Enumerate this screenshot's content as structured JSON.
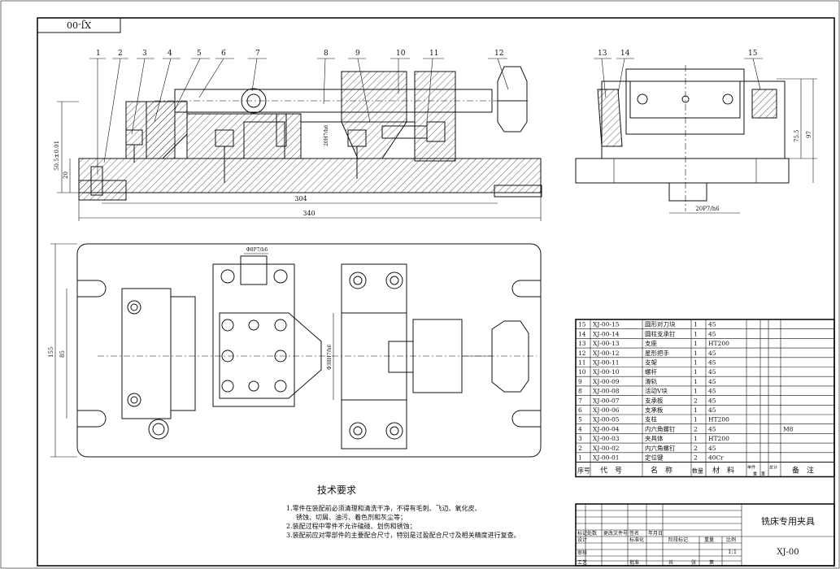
{
  "drawing_code_box": "XJ-00",
  "front_view": {
    "balloons": [
      "1",
      "2",
      "3",
      "4",
      "5",
      "6",
      "7",
      "8",
      "9",
      "10",
      "11",
      "12"
    ],
    "dims": {
      "overall": "340",
      "inner": "304",
      "height_left": "50.5±0.01",
      "base_h": "20",
      "fit1": "20H7/h6"
    }
  },
  "side_view": {
    "balloons": [
      "13",
      "14",
      "15"
    ],
    "dims": {
      "h1": "75.5",
      "h2": "97",
      "fit": "20P7/h6"
    }
  },
  "top_view": {
    "dims": {
      "fit_top": "Φ8P7/h6",
      "fit_mid": "Φ38H7/h6",
      "w_outer": "155",
      "w_inner": "85"
    }
  },
  "tech_req": {
    "title": "技术要求",
    "lines": [
      "1.零件在装配前必须清理和清洗干净，不得有毛刺、飞边、氧化皮、",
      "锈蚀、切屑、油污、着色剂和灰尘等；",
      "2.装配过程中零件不允许磕碰、划伤和锈蚀；",
      "3.装配前应对零部件的主要配合尺寸，特别是过盈配合尺寸及相关精度进行复查。"
    ]
  },
  "bom": {
    "rows": [
      {
        "no": "15",
        "code": "XJ-00-15",
        "name": "圆形对刀块",
        "qty": "1",
        "mat": "45",
        "note": ""
      },
      {
        "no": "14",
        "code": "XJ-00-14",
        "name": "圆柱支承钉",
        "qty": "1",
        "mat": "45",
        "note": ""
      },
      {
        "no": "13",
        "code": "XJ-00-13",
        "name": "支座",
        "qty": "1",
        "mat": "HT200",
        "note": ""
      },
      {
        "no": "12",
        "code": "XJ-00-12",
        "name": "星形把手",
        "qty": "1",
        "mat": "45",
        "note": ""
      },
      {
        "no": "11",
        "code": "XJ-00-11",
        "name": "支架",
        "qty": "1",
        "mat": "45",
        "note": ""
      },
      {
        "no": "10",
        "code": "XJ-00-10",
        "name": "螺杆",
        "qty": "1",
        "mat": "45",
        "note": ""
      },
      {
        "no": "9",
        "code": "XJ-00-09",
        "name": "滑轨",
        "qty": "1",
        "mat": "45",
        "note": ""
      },
      {
        "no": "8",
        "code": "XJ-00-08",
        "name": "活动V块",
        "qty": "1",
        "mat": "45",
        "note": ""
      },
      {
        "no": "7",
        "code": "XJ-00-07",
        "name": "支承板",
        "qty": "2",
        "mat": "45",
        "note": ""
      },
      {
        "no": "6",
        "code": "XJ-00-06",
        "name": "支承板",
        "qty": "1",
        "mat": "45",
        "note": ""
      },
      {
        "no": "5",
        "code": "XJ-00-05",
        "name": "支柱",
        "qty": "1",
        "mat": "HT200",
        "note": ""
      },
      {
        "no": "4",
        "code": "XJ-00-04",
        "name": "内六角螺钉",
        "qty": "2",
        "mat": "45",
        "note": "M8"
      },
      {
        "no": "3",
        "code": "XJ-00-03",
        "name": "夹具体",
        "qty": "1",
        "mat": "HT200",
        "note": ""
      },
      {
        "no": "2",
        "code": "XJ-00-02",
        "name": "内六角螺钉",
        "qty": "2",
        "mat": "45",
        "note": ""
      },
      {
        "no": "1",
        "code": "XJ-00-01",
        "name": "定位键",
        "qty": "2",
        "mat": "40Cr",
        "note": ""
      }
    ],
    "header": {
      "no": "序号",
      "code": "代　号",
      "name": "名　称",
      "qty": "数量",
      "mat": "材　料",
      "unit": "单件",
      "total": "总计",
      "weight": "重　量",
      "note": "备　注"
    }
  },
  "title_block": {
    "title": "铣床专用夹具",
    "code": "XJ-00",
    "labels": {
      "mark": "标记",
      "count": "处数",
      "zone": "分区",
      "doc": "更改文件号",
      "sign": "签名",
      "date": "年月日",
      "design": "设计",
      "std": "标准化",
      "stage": "阶段标记",
      "weight": "重量",
      "scale": "比例",
      "review": "审核",
      "process": "工艺",
      "approve": "批准",
      "sheets": "共",
      "sheet": "张",
      "page": "第"
    },
    "scale": "1:1"
  }
}
